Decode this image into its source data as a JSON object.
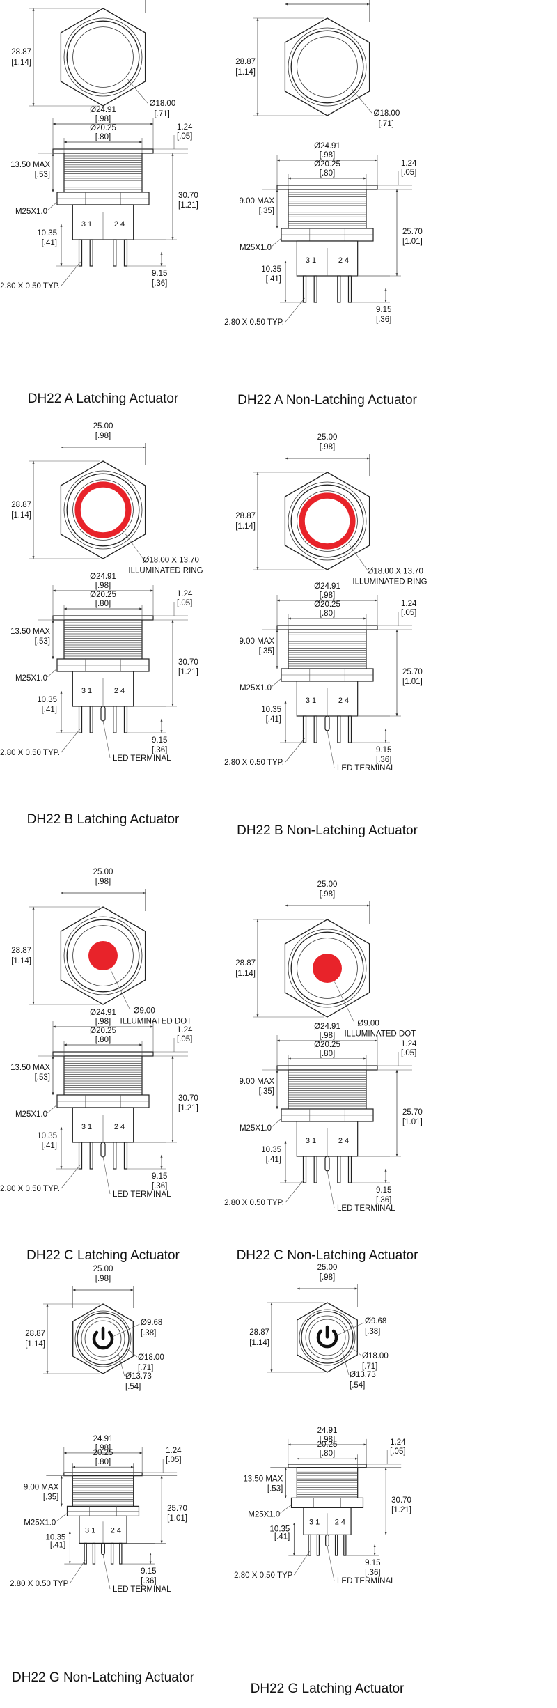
{
  "colors": {
    "line": "#222222",
    "illumination": "#e8232a"
  },
  "face_labels": {
    "width": "25.00",
    "width_in": "[.98]",
    "height": "28.87",
    "height_in": "[1.14]",
    "dia18": "Ø18.00",
    "dia18_in": "[.71]",
    "ring": "Ø18.00 X 13.70",
    "ring_note": "ILLUMINATED RING",
    "dot": "Ø9.00",
    "dot_note": "ILLUMINATED DOT",
    "power_dia": "Ø9.68",
    "power_dia_in": "[.38]",
    "ring_inner": "Ø13.73",
    "ring_inner_in": "[.54]"
  },
  "side_labels": {
    "flange_dia": "Ø24.91",
    "flange_dia_in": "[.98]",
    "flange_dia_g": "24.91",
    "body_dia": "Ø20.25",
    "body_dia_in": "[.80]",
    "body_dia_g": "20.25",
    "cap_h": "1.24",
    "cap_h_in": "[.05]",
    "max_13": "13.50 MAX",
    "max_13_in": "[.53]",
    "max_9": "9.00 MAX",
    "max_9_in": "[.35]",
    "len_30": "30.70",
    "len_30_in": "[1.21]",
    "len_25": "25.70",
    "len_25_in": "[1.01]",
    "thread": "M25X1.0",
    "term_h": "10.35",
    "term_h_in": "[.41]",
    "tip": "9.15",
    "tip_in": "[.36]",
    "typ": "2.80 X 0.50 TYP.",
    "typ_g": "2.80 X 0.50 TYP",
    "pins_left": "3 1",
    "pins_right": "2 4",
    "led": "LED TERMINAL"
  },
  "captions": {
    "a_latching": "DH22 A Latching Actuator",
    "a_non_latching": "DH22 A Non-Latching Actuator",
    "b_latching": "DH22 B Latching Actuator",
    "b_non_latching": "DH22 B Non-Latching Actuator",
    "c_latching": "DH22 C Latching Actuator",
    "c_non_latching": "DH22 C Non-Latching Actuator",
    "g_non_latching": "DH22 G Non-Latching Actuator",
    "g_latching": "DH22 G Latching Actuator"
  }
}
